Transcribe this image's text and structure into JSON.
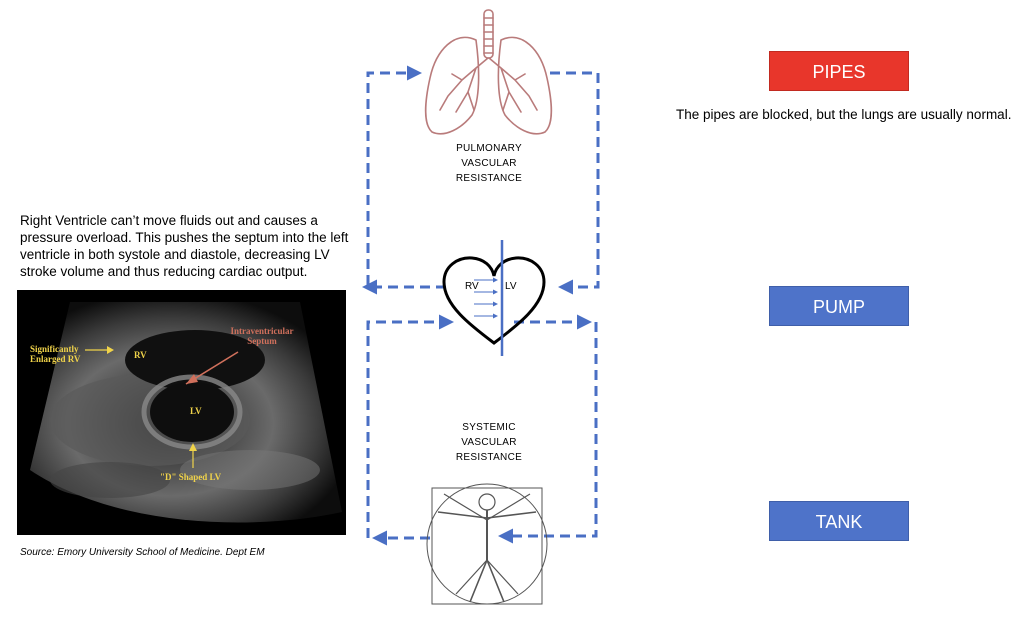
{
  "boxes": {
    "pipes": {
      "label": "PIPES",
      "color": "#e8362b"
    },
    "pump": {
      "label": "PUMP",
      "color": "#4e73c9"
    },
    "tank": {
      "label": "TANK",
      "color": "#4e73c9"
    }
  },
  "pipes_note": "The pipes are blocked, but the lungs are usually normal.",
  "pulmonary": {
    "line1": "PULMONARY",
    "line2": "VASCULAR",
    "line3": "RESISTANCE"
  },
  "systemic": {
    "line1": "SYSTEMIC",
    "line2": "VASCULAR",
    "line3": "RESISTANCE"
  },
  "heart": {
    "rv": "RV",
    "lv": "LV"
  },
  "description": "Right Ventricle can’t move fluids out and causes a pressure overload. This pushes the septum into the left ventricle in both systole and diastole, decreasing LV stroke volume and thus reducing cardiac output.",
  "echo": {
    "enlarged_rv": "Significantly Enlarged RV",
    "rv": "RV",
    "septum": "Intraventricular Septum",
    "lv": "LV",
    "d_shaped": "\"D\" Shaped LV"
  },
  "source": "Source: Emory University School of Medicine. Dept EM",
  "colors": {
    "arrow": "#4a6fc4",
    "lung": "#b97b7b",
    "heart": "#000000"
  }
}
